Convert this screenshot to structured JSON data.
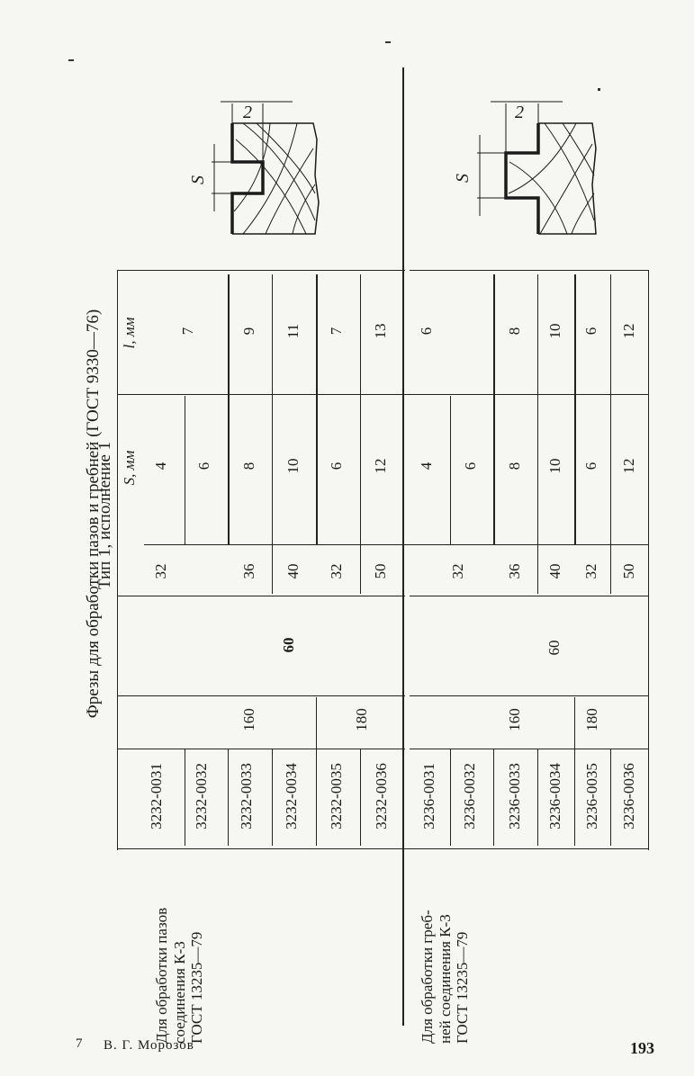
{
  "title": "Фрезы для обработки пазов и гребней (ГОСТ 9330—76)",
  "subtitle": "Тип 1, исполнение 1",
  "headers": {
    "s": "S, мм",
    "l": "l, мм"
  },
  "groups": [
    {
      "label": [
        "Для обработки пазов",
        "соединения К-3",
        "ГОСТ 13235—79"
      ],
      "codes": [
        "3232-0031",
        "3232-0032",
        "3232-0033",
        "3232-0034",
        "3232-0035",
        "3232-0036"
      ],
      "d1": [
        "160",
        "180"
      ],
      "d2": "60",
      "b": [
        "32",
        "36",
        "40",
        "32",
        "50"
      ],
      "s": [
        "4",
        "6",
        "8",
        "10",
        "6",
        "12"
      ],
      "l": [
        "7",
        "9",
        "11",
        "7",
        "13"
      ]
    },
    {
      "label": [
        "Для обработки греб-",
        "ней соединения К-3",
        "ГОСТ 13235—79"
      ],
      "codes": [
        "3236-0031",
        "3236-0032",
        "3236-0033",
        "3236-0034",
        "3236-0035",
        "3236-0036"
      ],
      "d1": [
        "160",
        "180"
      ],
      "d2": "60",
      "b": [
        "32",
        "36",
        "40",
        "32",
        "50"
      ],
      "s": [
        "4",
        "6",
        "8",
        "10",
        "6",
        "12"
      ],
      "l": [
        "6",
        "8",
        "10",
        "6",
        "12"
      ]
    }
  ],
  "diagram": {
    "dim_top": "2",
    "dim_side": "S"
  },
  "footer": {
    "page_left": "7",
    "author": "В. Г. Морозов",
    "page_right": "193"
  }
}
